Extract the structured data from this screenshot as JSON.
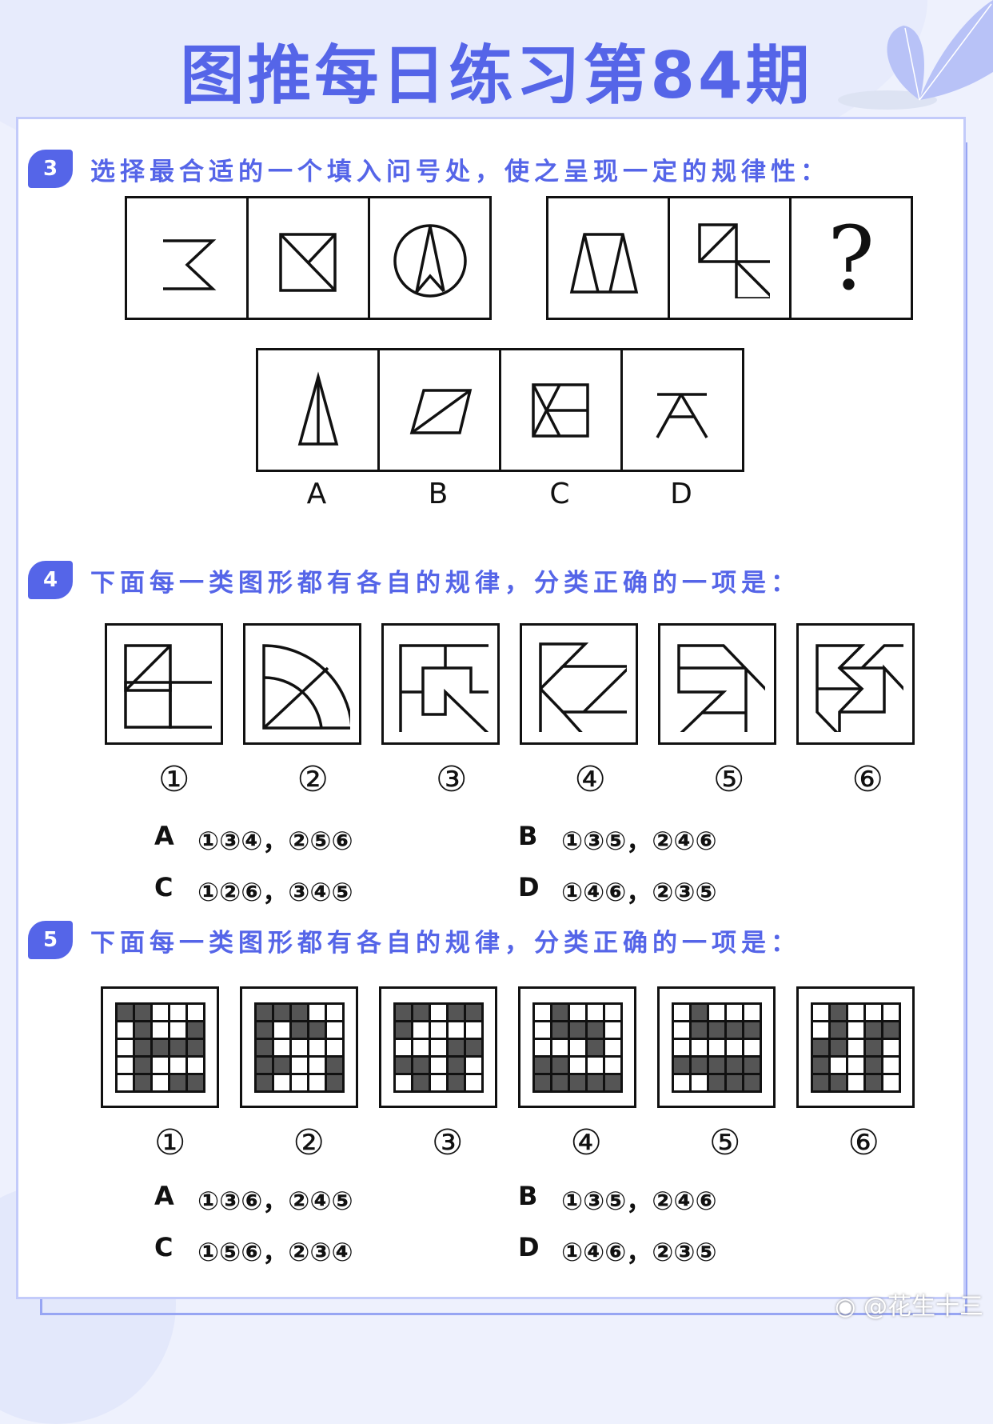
{
  "header": {
    "title": "图推每日练习第84期"
  },
  "questions": [
    {
      "number": "3",
      "prompt": "选择最合适的一个填入问号处，使之呈现一定的规律性：",
      "group1": [
        "sigma-zigzag",
        "square-with-diagonal-and-half-diagonal",
        "circle-with-arrow"
      ],
      "group2": [
        "trapezoid-with-two-inner-lines",
        "two-squares-with-diagonals",
        "question-mark"
      ],
      "question_mark": "?",
      "options": [
        {
          "label": "A",
          "figure": "triangle-with-center-line"
        },
        {
          "label": "B",
          "figure": "parallelogram-with-diagonal"
        },
        {
          "label": "C",
          "figure": "rectangle-with-x-and-bar"
        },
        {
          "label": "D",
          "figure": "a-frame-with-top-bar"
        }
      ]
    },
    {
      "number": "4",
      "prompt": "下面每一类图形都有各自的规律，分类正确的一项是：",
      "figure_numbers": [
        "①",
        "②",
        "③",
        "④",
        "⑤",
        "⑥"
      ],
      "answers": [
        {
          "label": "A",
          "value": "①③④，②⑤⑥"
        },
        {
          "label": "B",
          "value": "①③⑤，②④⑥"
        },
        {
          "label": "C",
          "value": "①②⑥，③④⑤"
        },
        {
          "label": "D",
          "value": "①④⑥，②③⑤"
        }
      ]
    },
    {
      "number": "5",
      "prompt": "下面每一类图形都有各自的规律，分类正确的一项是：",
      "figure_numbers": [
        "①",
        "②",
        "③",
        "④",
        "⑤",
        "⑥"
      ],
      "grids": [
        [
          [
            1,
            1,
            0,
            0,
            0
          ],
          [
            0,
            1,
            0,
            0,
            1
          ],
          [
            0,
            1,
            1,
            1,
            1
          ],
          [
            0,
            1,
            0,
            0,
            0
          ],
          [
            0,
            1,
            0,
            1,
            1
          ]
        ],
        [
          [
            1,
            1,
            1,
            0,
            0
          ],
          [
            1,
            0,
            1,
            1,
            0
          ],
          [
            1,
            0,
            0,
            0,
            0
          ],
          [
            1,
            1,
            0,
            0,
            1
          ],
          [
            1,
            0,
            0,
            0,
            1
          ]
        ],
        [
          [
            1,
            1,
            0,
            1,
            1
          ],
          [
            1,
            0,
            0,
            0,
            0
          ],
          [
            0,
            0,
            0,
            1,
            1
          ],
          [
            1,
            1,
            0,
            1,
            0
          ],
          [
            0,
            1,
            0,
            1,
            0
          ]
        ],
        [
          [
            0,
            1,
            0,
            0,
            0
          ],
          [
            0,
            1,
            1,
            1,
            0
          ],
          [
            0,
            0,
            0,
            1,
            0
          ],
          [
            1,
            1,
            0,
            0,
            0
          ],
          [
            1,
            1,
            1,
            1,
            1
          ]
        ],
        [
          [
            0,
            1,
            0,
            0,
            0
          ],
          [
            0,
            1,
            1,
            1,
            1
          ],
          [
            0,
            0,
            0,
            0,
            0
          ],
          [
            1,
            1,
            1,
            1,
            1
          ],
          [
            0,
            0,
            1,
            1,
            1
          ]
        ],
        [
          [
            0,
            1,
            0,
            0,
            0
          ],
          [
            0,
            1,
            0,
            1,
            1
          ],
          [
            1,
            1,
            0,
            1,
            0
          ],
          [
            1,
            0,
            0,
            1,
            0
          ],
          [
            1,
            1,
            0,
            1,
            0
          ]
        ]
      ],
      "answers": [
        {
          "label": "A",
          "value": "①③⑥，②④⑤"
        },
        {
          "label": "B",
          "value": "①③⑤，②④⑥"
        },
        {
          "label": "C",
          "value": "①⑤⑥，②③④"
        },
        {
          "label": "D",
          "value": "①④⑥，②③⑤"
        }
      ]
    }
  ],
  "watermark": "@花生十三",
  "colors": {
    "accent": "#5565e8",
    "card_border": "#c3cbfa",
    "background": "#eef1fd",
    "cell_dark": "#555555"
  }
}
